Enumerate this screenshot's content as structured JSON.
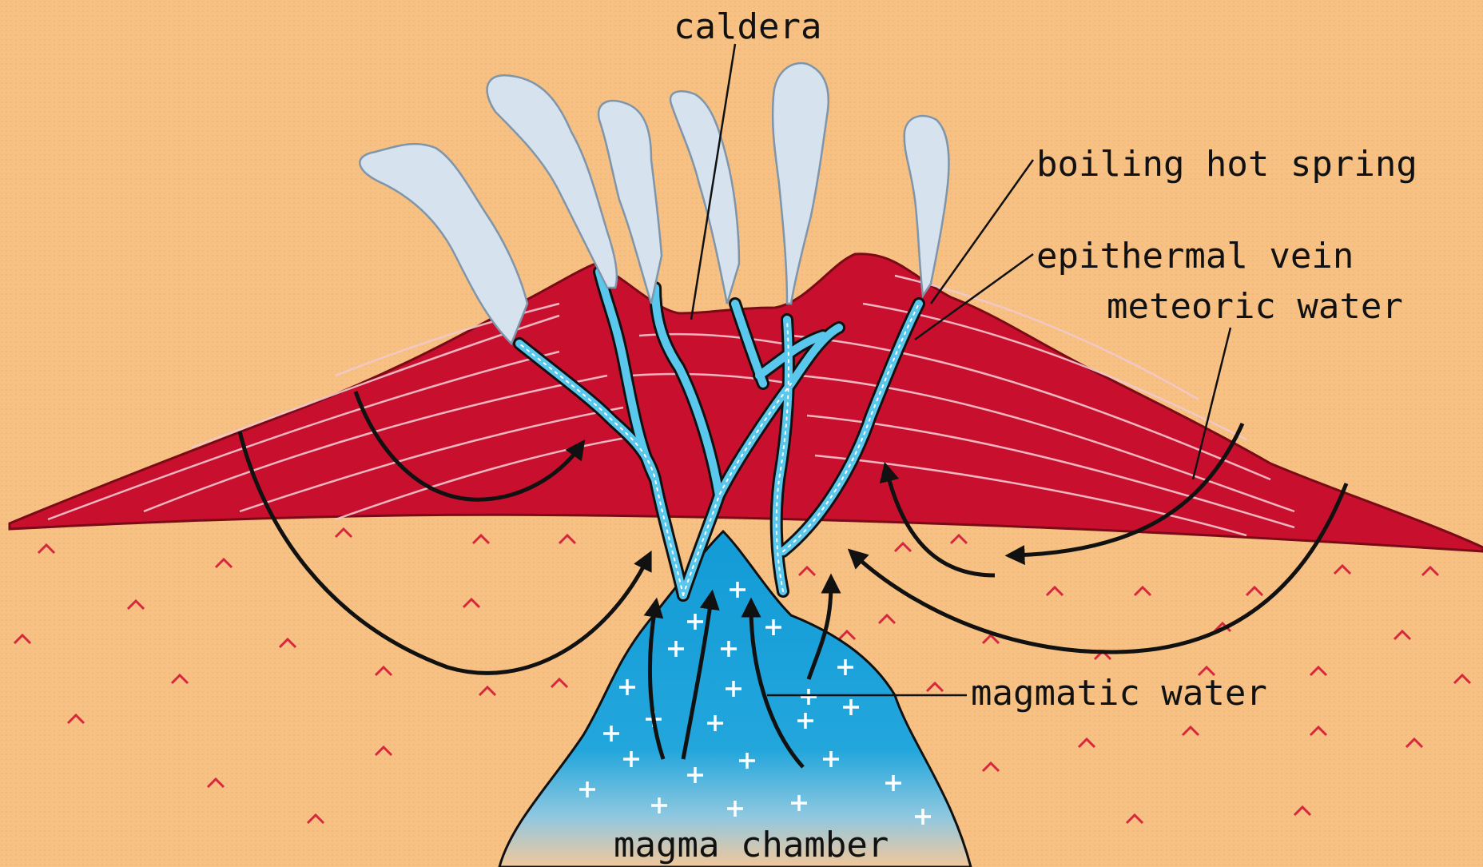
{
  "labels": {
    "caldera": "caldera",
    "boiling_hot_spring": "boiling hot spring",
    "epithermal_vein": "epithermal vein",
    "meteoric_water": "meteoric water",
    "magmatic_water": "magmatic water",
    "magma_chamber": "magma chamber"
  },
  "colors": {
    "background": "#f6c183",
    "volcano": "#c8102e",
    "volcano_edge": "#7a0a16",
    "magma_water": "#1aa3dd",
    "magma_deep": "#f3c79a",
    "steam": "#d6e2ee",
    "rock_marks": "#d7263d",
    "arrows": "#111111"
  }
}
